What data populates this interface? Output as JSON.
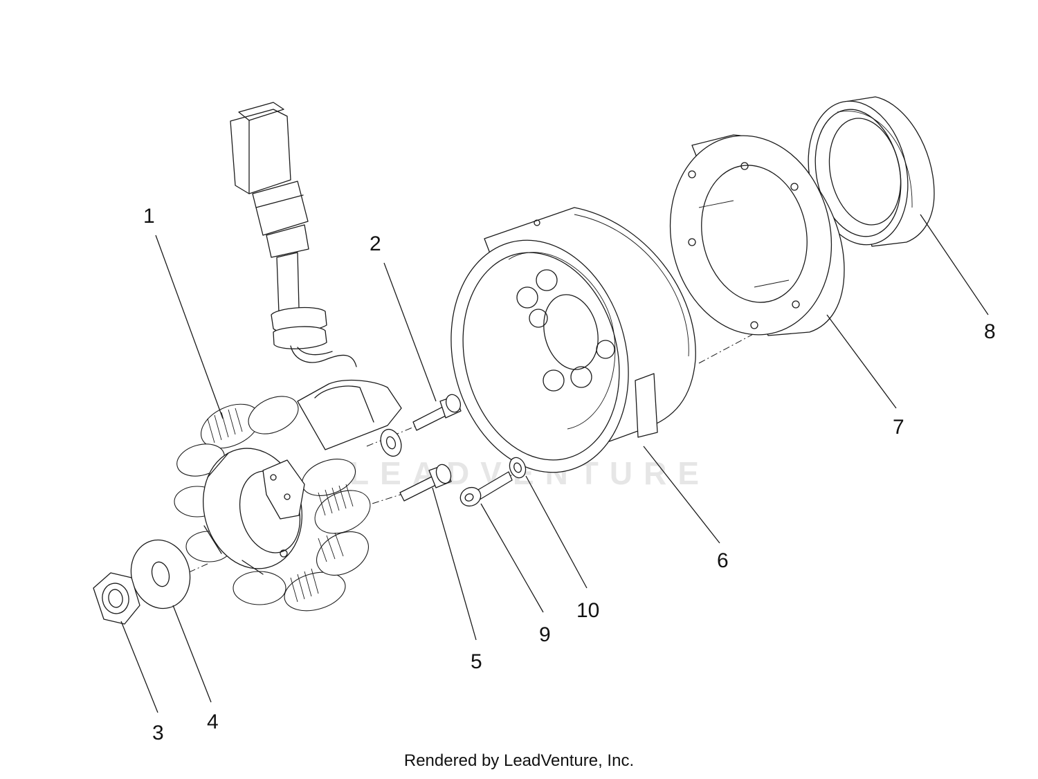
{
  "diagram": {
    "callouts": [
      {
        "id": "1",
        "label": "1"
      },
      {
        "id": "2",
        "label": "2"
      },
      {
        "id": "3",
        "label": "3"
      },
      {
        "id": "4",
        "label": "4"
      },
      {
        "id": "5",
        "label": "5"
      },
      {
        "id": "6",
        "label": "6"
      },
      {
        "id": "7",
        "label": "7"
      },
      {
        "id": "8",
        "label": "8"
      },
      {
        "id": "9",
        "label": "9"
      },
      {
        "id": "10",
        "label": "10"
      }
    ],
    "watermark": "LEADVENTURE",
    "credit": "Rendered by LeadVenture, Inc."
  }
}
